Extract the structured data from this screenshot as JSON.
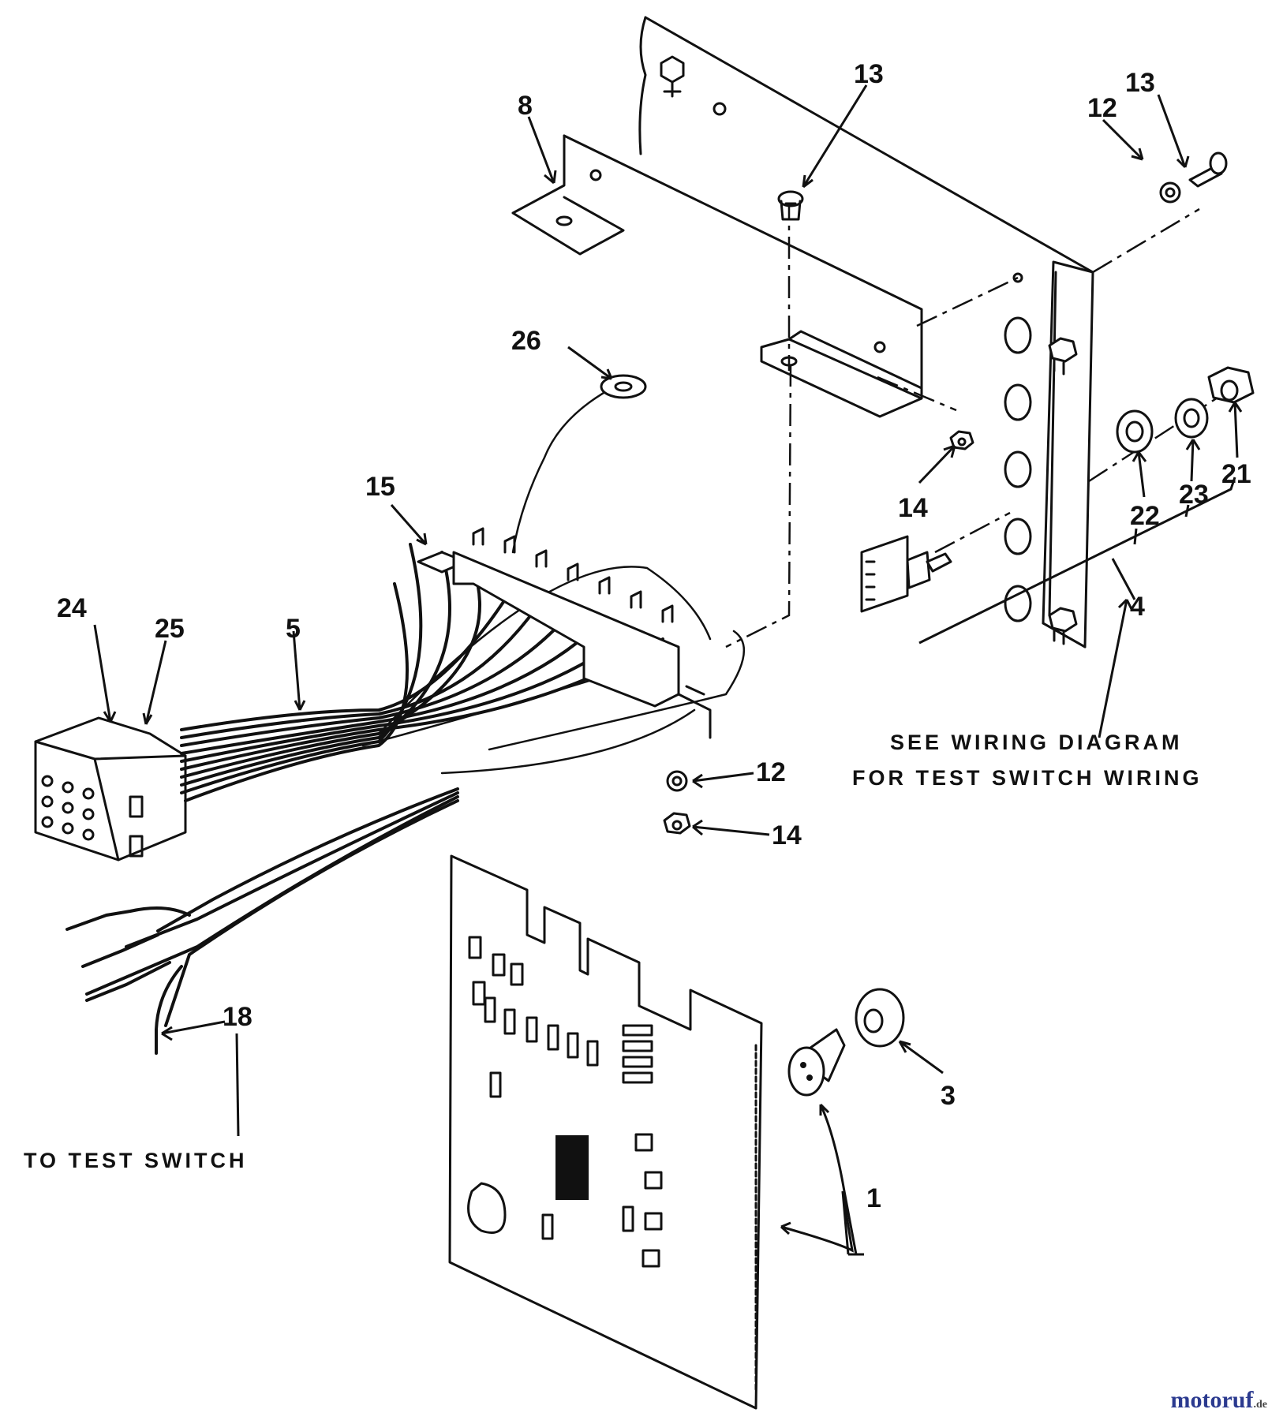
{
  "callouts": {
    "c1": "1",
    "c3": "3",
    "c4": "4",
    "c5": "5",
    "c8": "8",
    "c12a": "12",
    "c12b": "12",
    "c13a": "13",
    "c13b": "13",
    "c14a": "14",
    "c14b": "14",
    "c15": "15",
    "c18": "18",
    "c21": "21",
    "c22": "22",
    "c23": "23",
    "c24": "24",
    "c25": "25",
    "c26": "26"
  },
  "notes": {
    "wiring_line1": "SEE WIRING DIAGRAM",
    "wiring_line2": "FOR TEST SWITCH WIRING",
    "to_test_switch": "TO TEST SWITCH"
  },
  "watermark": {
    "brand": "motoruf",
    "tld": ".de"
  }
}
